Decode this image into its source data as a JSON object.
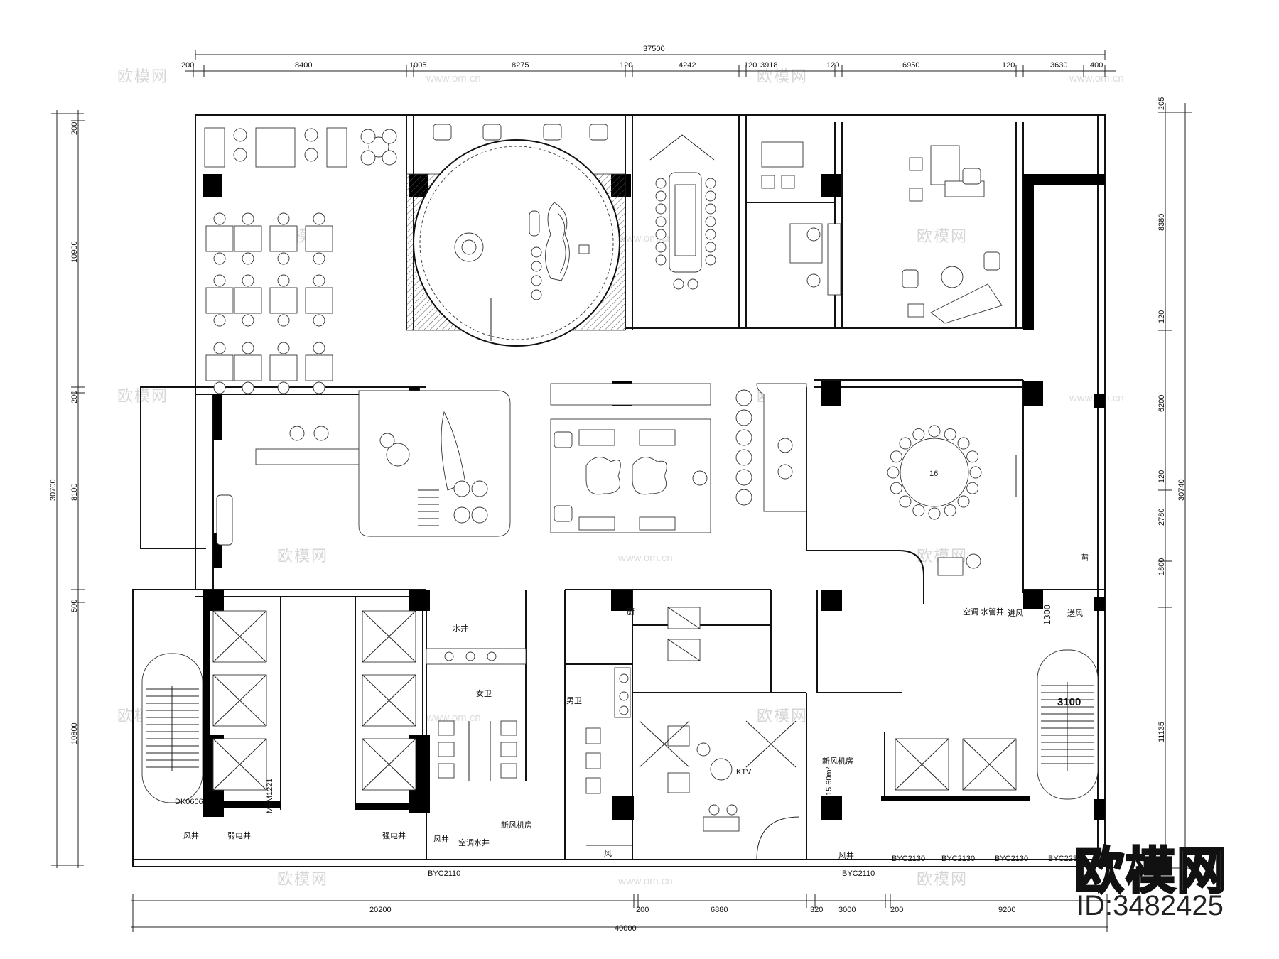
{
  "dimensions": {
    "top_total": "37500",
    "top_segments": [
      "200",
      "8400",
      "1005",
      "8275",
      "120",
      "4242",
      "120",
      "3918",
      "120",
      "6950",
      "120",
      "3630",
      "400"
    ],
    "bottom_total": "40000",
    "bottom_segments": [
      "20200",
      "200",
      "6880",
      "320",
      "3000",
      "200",
      "9200"
    ],
    "left_total": "30700",
    "left_segments": [
      "200",
      "10900",
      "200",
      "8100",
      "500",
      "10800"
    ],
    "right_total": "30740",
    "right_segments": [
      "205",
      "8380",
      "120",
      "6200",
      "120",
      "2780",
      "1800",
      "11135"
    ]
  },
  "rooms": {
    "nuwei": "女卫",
    "nanwei": "男卫",
    "shuijing": "水井",
    "ruodianjing": "弱电井",
    "qiangdianjing": "强电井",
    "fengjing_a": "风井",
    "fengjing_b": "风井",
    "fengjing_c": "风井",
    "fengjing_d": "风",
    "kongtiao_shuiguan": "空调水井",
    "kongtiao_shuiguanjing": "空调\n水管井",
    "xinfeng_a": "新风机房",
    "xinfeng_b": "新风机房",
    "xinfeng_area": "15.60m²",
    "ktv": "KTV",
    "room_16": "16",
    "jinfeng": "进风",
    "paifeng": "送风",
    "chu": "厨",
    "dim_3100": "3100",
    "dim_1300": "1300"
  },
  "openings": {
    "byc_1": "BYC2110",
    "byc_2": "BYC2110",
    "byc_3": "BYC2130",
    "byc_4": "BYC2130",
    "byc_5": "BYC2130",
    "byc_6": "BYC2230",
    "dk": "DK0606",
    "mfm": "MFM1221"
  },
  "watermark": {
    "text": "欧模网",
    "url": "www.om.cn"
  },
  "brand": {
    "logo": "欧模网",
    "id": "ID:3482425"
  }
}
